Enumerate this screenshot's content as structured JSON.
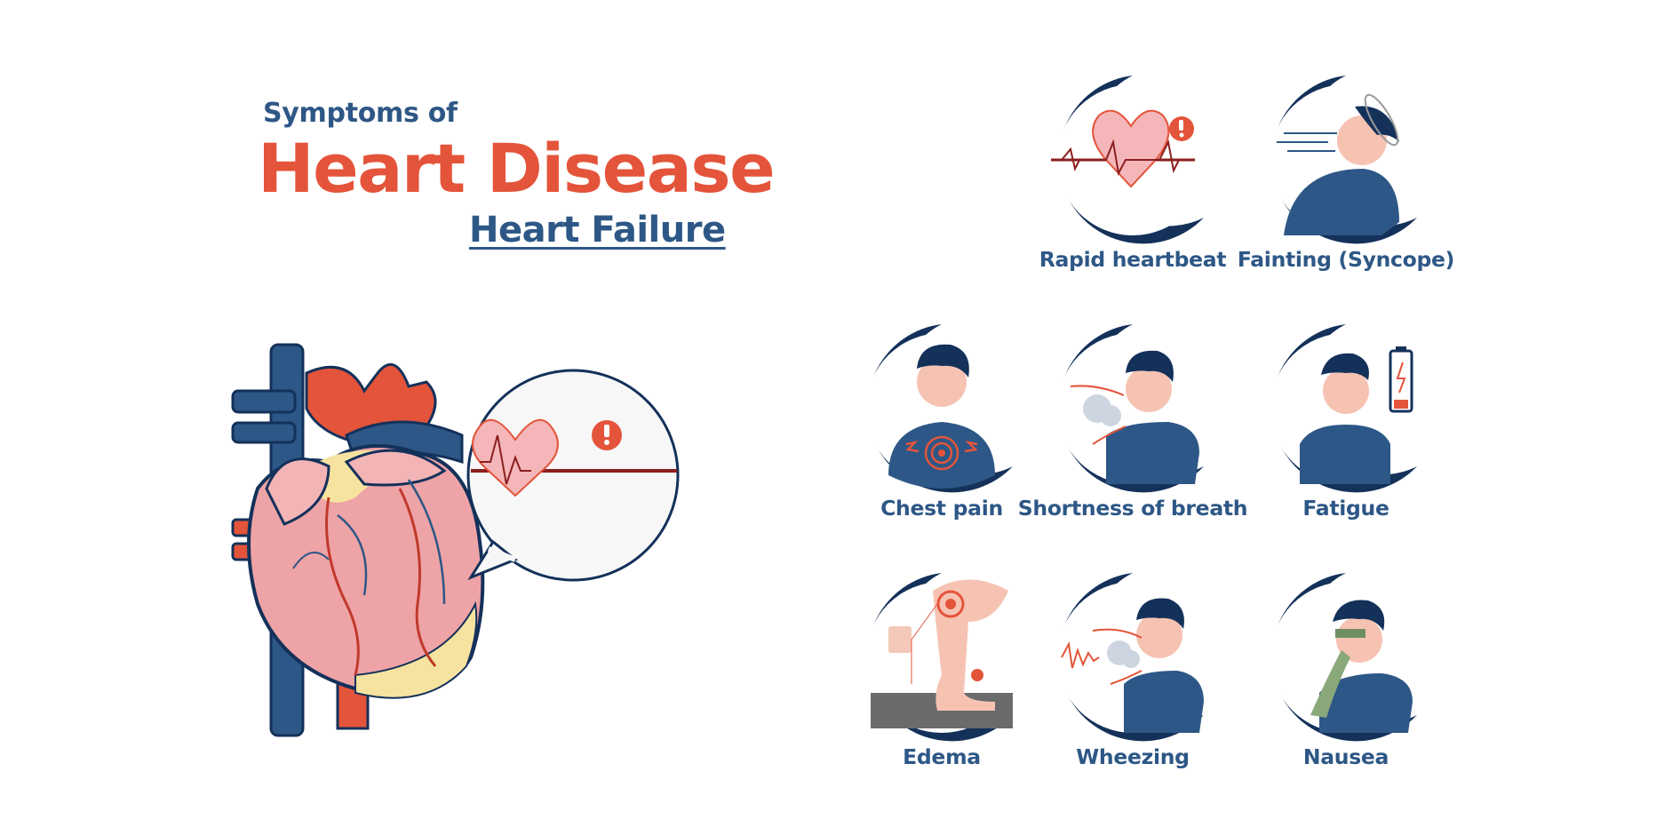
{
  "title": {
    "kicker": "Symptoms of",
    "main": "Heart Disease",
    "sub": "Heart Failure"
  },
  "colors": {
    "navy": "#2d5786",
    "dark_navy": "#14315a",
    "red": "#e4543a",
    "pink": "#f4b6b9",
    "skin": "#f6c3b3",
    "yellow": "#f6e3a0"
  },
  "heart_figure": {
    "warning_icon": "exclamation-icon",
    "graphic": "anatomical-heart-icon"
  },
  "symptoms": [
    {
      "label": "Rapid heartbeat",
      "icon": "rapid-heartbeat-icon"
    },
    {
      "label": "Fainting (Syncope)",
      "icon": "fainting-icon"
    },
    {
      "label": "Chest pain",
      "icon": "chest-pain-icon"
    },
    {
      "label": "Shortness of breath",
      "icon": "shortness-of-breath-icon"
    },
    {
      "label": "Fatigue",
      "icon": "fatigue-icon"
    },
    {
      "label": "Edema",
      "icon": "edema-icon"
    },
    {
      "label": "Wheezing",
      "icon": "wheezing-icon"
    },
    {
      "label": "Nausea",
      "icon": "nausea-icon"
    }
  ]
}
